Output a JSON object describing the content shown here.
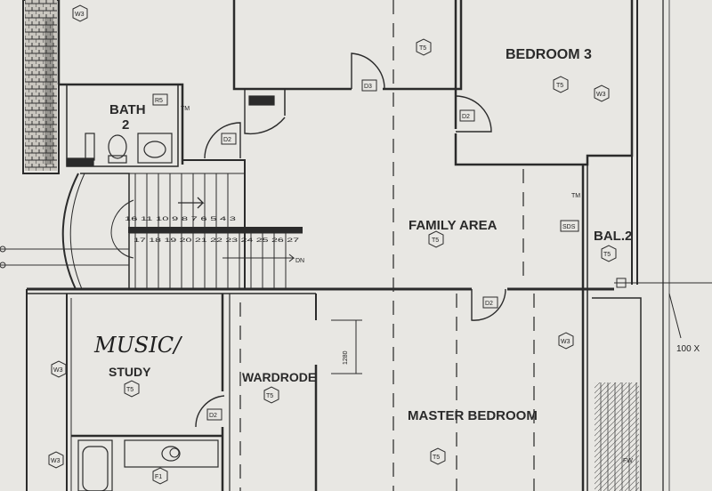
{
  "rooms": {
    "bedroom3": "BEDROOM 3",
    "bath2_a": "BATH",
    "bath2_b": "2",
    "family_area": "FAMILY AREA",
    "bal2": "BAL.2",
    "music": "MUSIC/",
    "study": "STUDY",
    "wardrobe": "WARDRODE",
    "master_bedroom": "MASTER BEDROOM"
  },
  "stairs": {
    "upper_numbers": "16 11 10 9 8 7 6 5 4 3",
    "lower_numbers": "17 18 19 20 21 22 23 24 25 26 27",
    "direction": "DN"
  },
  "dimensions": {
    "wardrobe_opening": "1280",
    "right_edge": "100 X"
  },
  "tags": {
    "w3": "W3",
    "t5": "T5",
    "d3": "D3",
    "d2": "D2",
    "r5": "R5",
    "tm": "TM",
    "sds": "SDS",
    "f1": "F1",
    "fw": "FW"
  }
}
